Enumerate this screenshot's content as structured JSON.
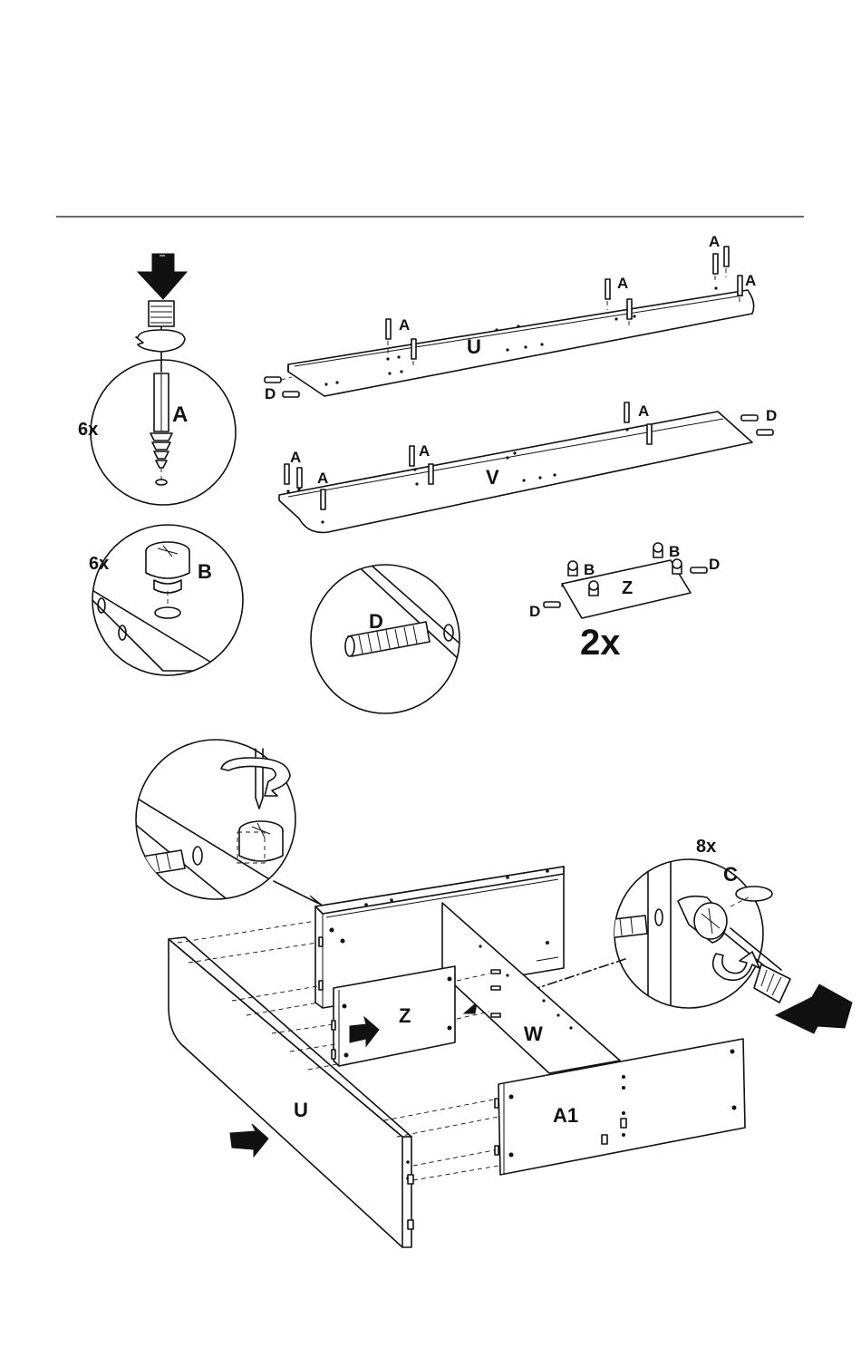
{
  "labels": {
    "part_a": "A",
    "part_b": "B",
    "part_c": "C",
    "part_d": "D",
    "part_u": "U",
    "part_v": "V",
    "part_z": "Z",
    "part_w": "W",
    "part_a1": "A1",
    "qty_6x": "6x",
    "qty_2x": "2x",
    "qty_8x": "8x"
  },
  "colors": {
    "ink": "#111111",
    "paper": "#ffffff"
  }
}
